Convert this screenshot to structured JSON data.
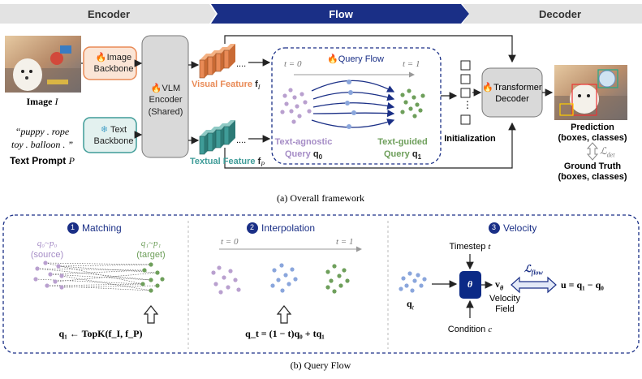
{
  "colors": {
    "navy": "#1a2f86",
    "orange": "#e98a56",
    "teal": "#3f9c98",
    "purple": "#b9a0cf",
    "green": "#6e9f5b",
    "blue_points": "#8aa6dc",
    "gray_box": "#d9d9d9"
  },
  "header": {
    "encoder": "Encoder",
    "flow": "Flow",
    "decoder": "Decoder"
  },
  "top": {
    "image_label": "Image",
    "image_var": "I",
    "image_backbone_line1": "Image",
    "image_backbone_line2": "Backbone",
    "text_prompt_line1": "“puppy . rope",
    "text_prompt_line2": "toy . balloon . ”",
    "text_prompt_label": "Text Prompt",
    "text_prompt_var": "P",
    "text_backbone_line1": "Text",
    "text_backbone_line2": "Backbone",
    "vlm_line1": "VLM",
    "vlm_line2": "Encoder",
    "vlm_line3": "(Shared)",
    "visual_feature": "Visual Feature",
    "visual_feature_sym": "f",
    "visual_feature_sub": "I",
    "textual_feature": "Textual Feature",
    "textual_feature_sym": "f",
    "textual_feature_sub": "P",
    "t0": "t = 0",
    "t1": "t = 1",
    "query_flow_title": "Query Flow",
    "text_agnostic_line1": "Text-agnostic",
    "text_agnostic_line2": "Query",
    "text_agnostic_sym": "q",
    "text_agnostic_sub": "0",
    "text_guided_line1": "Text-guided",
    "text_guided_line2": "Query",
    "text_guided_sym": "q",
    "text_guided_sub": "1",
    "initialization": "Initialization",
    "decoder_line1": "Transformer",
    "decoder_line2": "Decoder",
    "prediction_line1": "Prediction",
    "prediction_line2": "(boxes, classes)",
    "loss_det": "ℒ",
    "loss_det_sub": "det",
    "gt_line1": "Ground Truth",
    "gt_line2": "(boxes, classes)",
    "caption": "(a) Overall framework",
    "dots": "....",
    "vdots": "⋮"
  },
  "bottom": {
    "matching": {
      "number": "1",
      "title": "Matching",
      "source_eq": "q₀~p₀",
      "source_label": "(source)",
      "target_eq": "q₁~p₁",
      "target_label": "(target)",
      "formula": "q₁ ← TopK(f_I, f_P)"
    },
    "interpolation": {
      "number": "2",
      "title": "Interpolation",
      "t0": "t = 0",
      "t1": "t = 1",
      "formula": "q_t = (1 − t)q₀ + tq₁"
    },
    "velocity": {
      "number": "3",
      "title": "Velocity",
      "timestep": "Timestep",
      "timestep_var": "t",
      "theta": "θ",
      "qt": "q",
      "qt_sub": "t",
      "v_theta": "v",
      "v_theta_sub": "θ",
      "velocity_field_line1": "Velocity",
      "velocity_field_line2": "Field",
      "loss_flow": "ℒ",
      "loss_flow_sub": "flow",
      "u_eq": "u = q₁ − q₀",
      "condition": "Condition",
      "condition_var": "c"
    },
    "caption": "(b) Query Flow"
  }
}
